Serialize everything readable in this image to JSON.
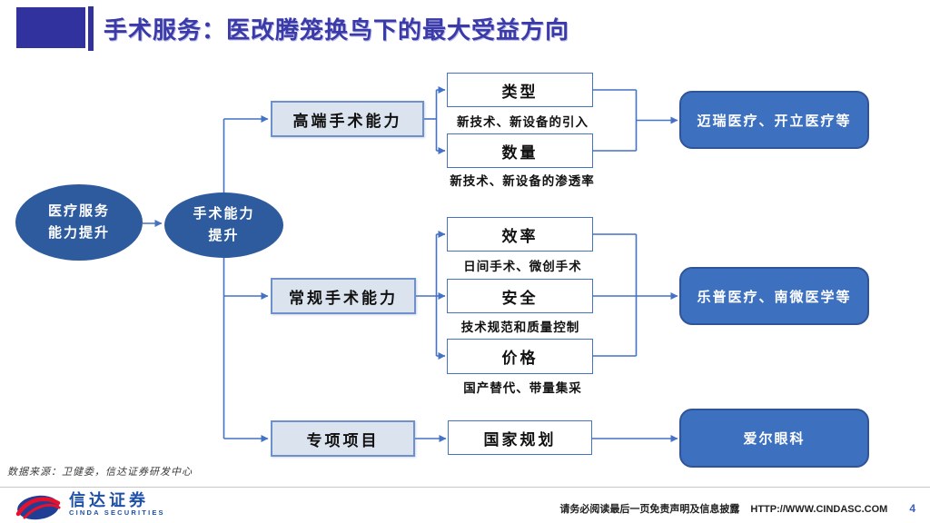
{
  "title": {
    "text": "手术服务：医改腾笼换鸟下的最大受益方向"
  },
  "flowchart": {
    "root_node": {
      "line1": "医疗服务",
      "line2": "能力提升"
    },
    "hub_node": {
      "line1": "手术能力",
      "line2": "提升"
    },
    "branches": [
      {
        "label": "高端手术能力",
        "factors": [
          {
            "label": "类型",
            "caption": "新技术、新设备的引入"
          },
          {
            "label": "数量",
            "caption": "新技术、新设备的渗透率"
          }
        ],
        "outcome": "迈瑞医疗、开立医疗等"
      },
      {
        "label": "常规手术能力",
        "factors": [
          {
            "label": "效率",
            "caption": "日间手术、微创手术"
          },
          {
            "label": "安全",
            "caption": "技术规范和质量控制"
          },
          {
            "label": "价格",
            "caption": "国产替代、带量集采"
          }
        ],
        "outcome": "乐普医疗、南微医学等"
      },
      {
        "label": "专项项目",
        "factors": [
          {
            "label": "国家规划",
            "caption": ""
          }
        ],
        "outcome": "爱尔眼科"
      }
    ]
  },
  "source_note": "数据来源：卫健委，信达证券研发中心",
  "footer": {
    "brand_cn": "信达证券",
    "brand_en": "CINDA SECURITIES",
    "disclaimer": "请务必阅读最后一页免责声明及信息披露",
    "url": "HTTP://WWW.CINDASC.COM",
    "page_number": "4"
  },
  "colors": {
    "title_accent": "#32329E",
    "ellipse_fill": "#2E5B9E",
    "outcome_fill": "#3E70C0",
    "branch_fill": "#DBE3EF",
    "connector": "#4472C4",
    "logo_red": "#E8112D",
    "logo_blue": "#1E50A8",
    "page_number_blue": "#3B5FC5"
  }
}
